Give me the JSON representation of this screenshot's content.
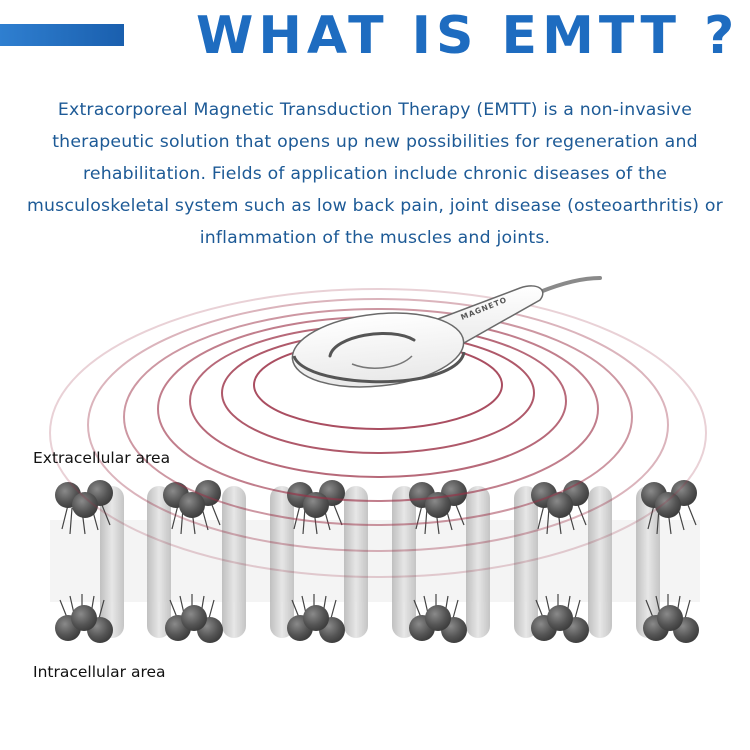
{
  "header": {
    "title": "WHAT IS EMTT ?"
  },
  "intro": {
    "text": "Extracorporeal Magnetic Transduction Therapy (EMTT) is a non-invasive therapeutic solution that opens up new possibilities for regeneration and rehabilitation. Fields of application include chronic diseases of the musculoskeletal system such as low back pain, joint disease (osteoarthritis) or inflammation of the muscles and joints."
  },
  "diagram": {
    "device_label": "MAGNETO",
    "extracellular_label": "Extracellular area",
    "intracellular_label": "Intracellular area"
  },
  "colors": {
    "title_blue": "#1e6cc0",
    "text_blue": "#1d5a96",
    "field_ring": "#9b2f45",
    "lipid_head": "#5a5a5a",
    "protein": "#d4d4d4"
  }
}
